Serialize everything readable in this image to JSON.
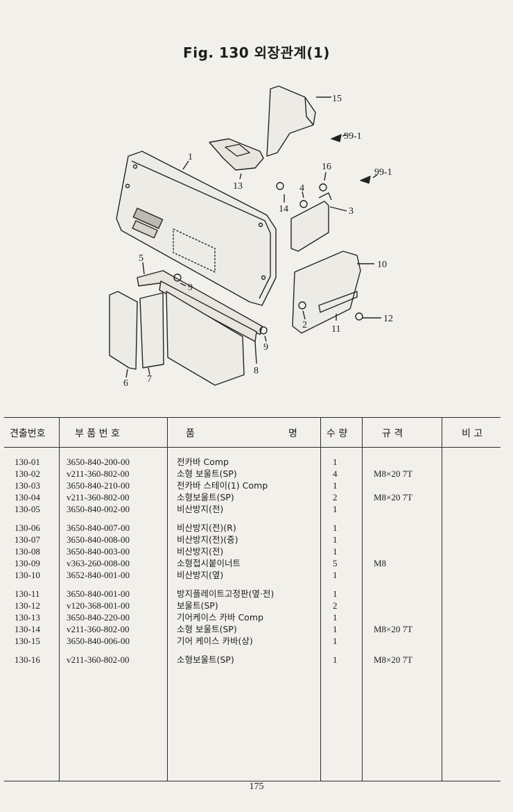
{
  "title": "Fig. 130 외장관계(1)",
  "diagram": {
    "callouts": [
      "1",
      "2",
      "3",
      "4",
      "5",
      "6",
      "7",
      "8",
      "9",
      "9",
      "10",
      "11",
      "12",
      "13",
      "14",
      "15",
      "16",
      "99-1",
      "99-1"
    ]
  },
  "table": {
    "headers": {
      "ref": "견출번호",
      "part": "부 품 번 호",
      "name_a": "품",
      "name_b": "명",
      "qty": "수 량",
      "spec": "규 격",
      "note": "비 고"
    },
    "rows": [
      {
        "ref": "130-01",
        "part": "3650-840-200-00",
        "name": "전카바 Comp",
        "qty": "1",
        "spec": ""
      },
      {
        "ref": "130-02",
        "part": "v211-360-802-00",
        "name": "소형 보울트(SP)",
        "qty": "4",
        "spec": "M8×20 7T"
      },
      {
        "ref": "130-03",
        "part": "3650-840-210-00",
        "name": "전카바 스테이(1) Comp",
        "qty": "1",
        "spec": ""
      },
      {
        "ref": "130-04",
        "part": "v211-360-802-00",
        "name": "소형보울트(SP)",
        "qty": "2",
        "spec": "M8×20 7T"
      },
      {
        "ref": "130-05",
        "part": "3650-840-002-00",
        "name": "비산방지(전)",
        "qty": "1",
        "spec": ""
      },
      {
        "ref": "130-06",
        "part": "3650-840-007-00",
        "name": "비산방지(전)(R)",
        "qty": "1",
        "spec": ""
      },
      {
        "ref": "130-07",
        "part": "3650-840-008-00",
        "name": "비산방지(전)(중)",
        "qty": "1",
        "spec": ""
      },
      {
        "ref": "130-08",
        "part": "3650-840-003-00",
        "name": "비산방지(전)",
        "qty": "1",
        "spec": ""
      },
      {
        "ref": "130-09",
        "part": "v363-260-008-00",
        "name": "소형접시붙이너트",
        "qty": "5",
        "spec": "M8"
      },
      {
        "ref": "130-10",
        "part": "3652-840-001-00",
        "name": "비산방지(옆)",
        "qty": "1",
        "spec": ""
      },
      {
        "ref": "130-11",
        "part": "3650-840-001-00",
        "name": "방지플레이트고정판(옆·전)",
        "qty": "1",
        "spec": ""
      },
      {
        "ref": "130-12",
        "part": "v120-368-001-00",
        "name": "보울트(SP)",
        "qty": "2",
        "spec": ""
      },
      {
        "ref": "130-13",
        "part": "3650-840-220-00",
        "name": "기어케이스 카바 Comp",
        "qty": "1",
        "spec": ""
      },
      {
        "ref": "130-14",
        "part": "v211-360-802-00",
        "name": "소형 보울트(SP)",
        "qty": "1",
        "spec": "M8×20 7T"
      },
      {
        "ref": "130-15",
        "part": "3650-840-006-00",
        "name": "기어 케이스 카바(상)",
        "qty": "1",
        "spec": ""
      },
      {
        "ref": "130-16",
        "part": "v211-360-802-00",
        "name": "소형보울트(SP)",
        "qty": "1",
        "spec": "M8×20 7T"
      }
    ]
  },
  "page_number": "175"
}
